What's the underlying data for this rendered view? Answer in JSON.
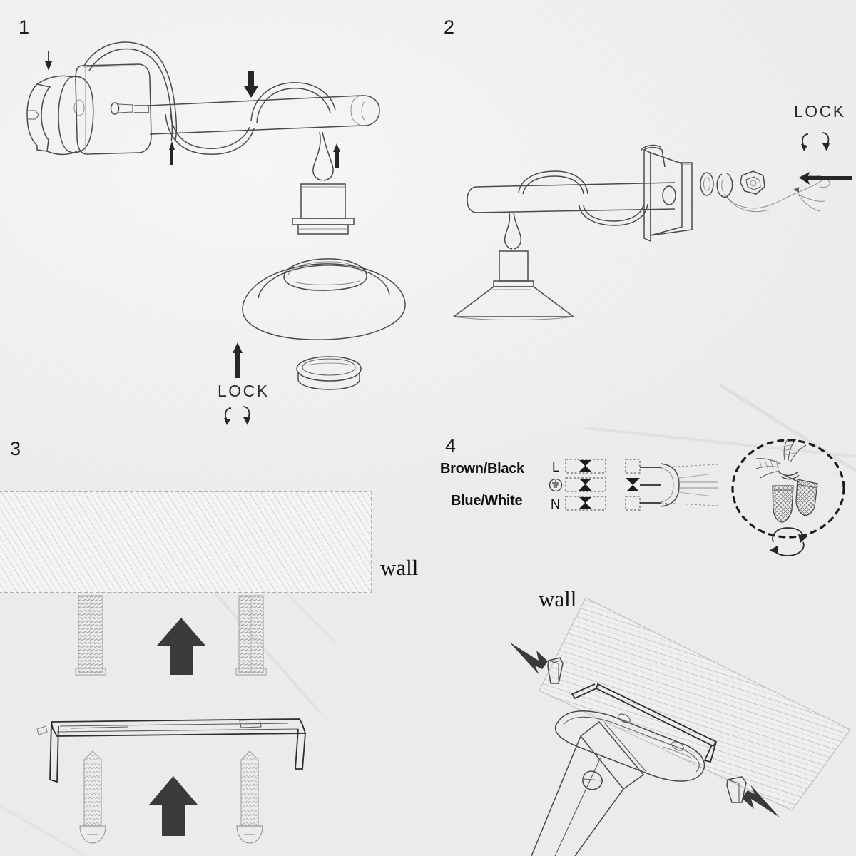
{
  "document": {
    "type": "assembly-instruction-sheet",
    "subject": "wall-mounted lamp / sconce installation",
    "background_color": "#f1f1ef",
    "ink_color": "#4a4a4a"
  },
  "panels": [
    {
      "number": "1",
      "position": "top-left",
      "callouts": [
        {
          "name": "lock-label",
          "text": "LOCK"
        }
      ],
      "parts": [
        "wall-bracket-plate",
        "lamp-arm-tube",
        "decorative-collar-rings",
        "bulb-socket",
        "lamp-shade-dome",
        "shade-retaining-ring"
      ],
      "arrows": [
        {
          "name": "down-arrow-collar-left",
          "direction": "down"
        },
        {
          "name": "down-arrow-collar-right",
          "direction": "down"
        },
        {
          "name": "up-arrow-collar-lower",
          "direction": "up"
        },
        {
          "name": "up-arrow-socket",
          "direction": "up"
        },
        {
          "name": "up-arrow-shade",
          "direction": "up"
        }
      ],
      "rotation_hint": "turn-to-lock"
    },
    {
      "number": "2",
      "position": "top-right",
      "callouts": [
        {
          "name": "lock-label",
          "text": "LOCK"
        }
      ],
      "parts": [
        "lamp-arm-tube",
        "decorative-collar-rings",
        "mounting-plate",
        "flat-washer",
        "lock-washer",
        "hex-nut",
        "supply-wires"
      ],
      "arrows": [
        {
          "name": "left-arrow-fastener",
          "direction": "left"
        }
      ],
      "rotation_hint": "turn-to-lock"
    },
    {
      "number": "3",
      "position": "bottom-left",
      "callouts": [
        {
          "name": "wall-label",
          "text": "wall"
        }
      ],
      "parts": [
        "wall-section-hatched",
        "wall-anchor-plug-left",
        "wall-anchor-plug-right",
        "mounting-bracket-bar",
        "screw-left",
        "screw-right"
      ],
      "arrows": [
        {
          "name": "up-arrow-anchors",
          "direction": "up"
        },
        {
          "name": "up-arrow-screws",
          "direction": "up"
        }
      ]
    },
    {
      "number": "4",
      "position": "bottom-right",
      "callouts": [
        {
          "name": "wall-label",
          "text": "wall"
        }
      ],
      "wiring": {
        "rows": [
          {
            "wire_label": "Brown/Black",
            "terminal": "L"
          },
          {
            "wire_label": "",
            "terminal": "⏚"
          },
          {
            "wire_label": "Blue/White",
            "terminal": "N"
          }
        ],
        "terminal_block_name": "screw-terminal-block",
        "connector_name": "wire-connector-plug"
      },
      "inset": {
        "name": "wire-nut-detail",
        "description": "twisted wire ends capped with wire nuts",
        "rotation_hint": "twist-to-tighten"
      },
      "parts": [
        "wall-section-hatched",
        "lamp-body-mounted",
        "fixing-screw-upper",
        "fixing-screw-lower"
      ],
      "arrows": [
        {
          "name": "down-right-arrow-screw-upper",
          "direction": "down-right"
        },
        {
          "name": "up-left-arrow-screw-lower",
          "direction": "up-left"
        }
      ]
    }
  ]
}
